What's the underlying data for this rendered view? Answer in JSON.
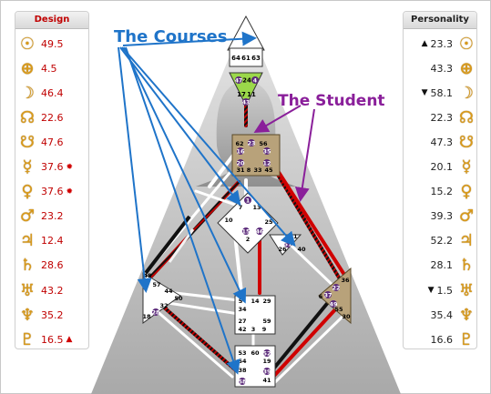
{
  "design": {
    "title": "Design",
    "rows": [
      {
        "glyph": "☉",
        "icon": "sun-icon",
        "value": "49.5",
        "mark": ""
      },
      {
        "glyph": "⊕",
        "icon": "earth-icon",
        "value": "4.5",
        "mark": ""
      },
      {
        "glyph": "☽",
        "icon": "moon-icon",
        "value": "46.4",
        "mark": ""
      },
      {
        "glyph": "☊",
        "icon": "north-node-icon",
        "value": "22.6",
        "mark": ""
      },
      {
        "glyph": "☋",
        "icon": "south-node-icon",
        "value": "47.6",
        "mark": ""
      },
      {
        "glyph": "☿",
        "icon": "mercury-icon",
        "value": "37.6",
        "mark": "✹"
      },
      {
        "glyph": "♀",
        "icon": "venus-icon",
        "value": "37.6",
        "mark": "✹"
      },
      {
        "glyph": "♂",
        "icon": "mars-icon",
        "value": "23.2",
        "mark": ""
      },
      {
        "glyph": "♃",
        "icon": "jupiter-icon",
        "value": "12.4",
        "mark": ""
      },
      {
        "glyph": "♄",
        "icon": "saturn-icon",
        "value": "28.6",
        "mark": ""
      },
      {
        "glyph": "♅",
        "icon": "uranus-icon",
        "value": "43.2",
        "mark": ""
      },
      {
        "glyph": "♆",
        "icon": "neptune-icon",
        "value": "35.2",
        "mark": ""
      },
      {
        "glyph": "♇",
        "icon": "pluto-icon",
        "value": "16.5",
        "mark": "▲"
      }
    ]
  },
  "personality": {
    "title": "Personality",
    "rows": [
      {
        "glyph": "☉",
        "icon": "sun-icon",
        "value": "23.3",
        "mark": "▲"
      },
      {
        "glyph": "⊕",
        "icon": "earth-icon",
        "value": "43.3",
        "mark": ""
      },
      {
        "glyph": "☽",
        "icon": "moon-icon",
        "value": "58.1",
        "mark": "▼"
      },
      {
        "glyph": "☊",
        "icon": "north-node-icon",
        "value": "22.3",
        "mark": ""
      },
      {
        "glyph": "☋",
        "icon": "south-node-icon",
        "value": "47.3",
        "mark": ""
      },
      {
        "glyph": "☿",
        "icon": "mercury-icon",
        "value": "20.1",
        "mark": ""
      },
      {
        "glyph": "♀",
        "icon": "venus-icon",
        "value": "15.2",
        "mark": ""
      },
      {
        "glyph": "♂",
        "icon": "mars-icon",
        "value": "39.3",
        "mark": ""
      },
      {
        "glyph": "♃",
        "icon": "jupiter-icon",
        "value": "52.2",
        "mark": ""
      },
      {
        "glyph": "♄",
        "icon": "saturn-icon",
        "value": "28.1",
        "mark": ""
      },
      {
        "glyph": "♅",
        "icon": "uranus-icon",
        "value": "1.5",
        "mark": "▼"
      },
      {
        "glyph": "♆",
        "icon": "neptune-icon",
        "value": "35.4",
        "mark": ""
      },
      {
        "glyph": "♇",
        "icon": "pluto-icon",
        "value": "16.6",
        "mark": ""
      }
    ]
  },
  "annotations": {
    "courses": "The Courses",
    "student": "The Student"
  },
  "colors": {
    "courses": "#1f74c9",
    "student": "#8a1f9a",
    "design_red": "#c00000",
    "gold": "#d99a1a",
    "center_brown": "#b8a27a",
    "ajna_green": "#9bd84a",
    "gate_purple": "#5b2a7a"
  },
  "centers": {
    "head": {
      "gates": [
        "64",
        "61",
        "63"
      ]
    },
    "ajna": {
      "gates_top": [
        "47",
        "24",
        "4"
      ],
      "gates_bottom": [
        "17",
        "11"
      ],
      "gate_lone": "43"
    },
    "throat": {
      "row1": [
        "62",
        "23",
        "56"
      ],
      "row2": [
        "16",
        "35"
      ],
      "row3": [
        "20",
        "12"
      ],
      "row4": [
        "31",
        "8",
        "33",
        "45"
      ]
    },
    "g": {
      "gates": [
        "1",
        "7",
        "13",
        "10",
        "25",
        "15",
        "46",
        "2"
      ]
    },
    "heart": {
      "gates": [
        "21",
        "26",
        "40",
        "51"
      ]
    },
    "spleen": {
      "gates": [
        "48",
        "57",
        "44",
        "50",
        "32",
        "18",
        "28"
      ]
    },
    "sacral": {
      "gates": [
        "5",
        "14",
        "29",
        "34",
        "27",
        "59",
        "42",
        "3",
        "9"
      ]
    },
    "solar": {
      "gates": [
        "36",
        "22",
        "37",
        "6",
        "49",
        "55",
        "30"
      ]
    },
    "root": {
      "gates": [
        "53",
        "60",
        "52",
        "54",
        "19",
        "38",
        "39",
        "58",
        "41"
      ]
    }
  }
}
